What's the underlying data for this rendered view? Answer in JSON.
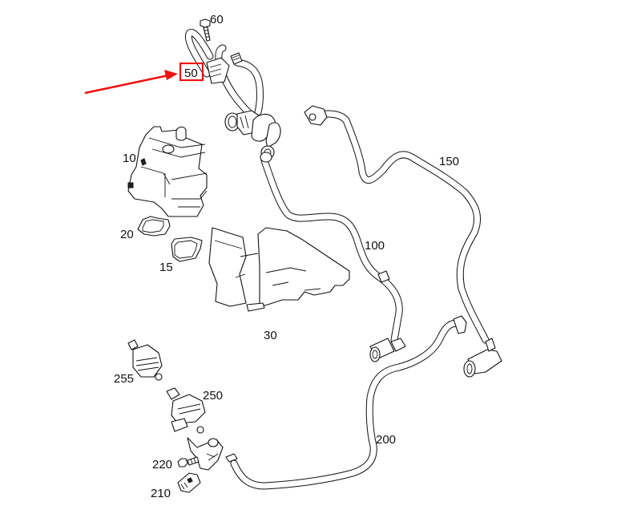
{
  "diagram": {
    "type": "exploded-parts-diagram",
    "highlight_color": "#ee1111",
    "line_color": "#111111",
    "background": "#ffffff",
    "highlighted_part": "50",
    "part_labels": {
      "p10": "10",
      "p15": "15",
      "p20": "20",
      "p30": "30",
      "p50": "50",
      "p60": "60",
      "p100": "100",
      "p150": "150",
      "p200": "200",
      "p210": "210",
      "p220": "220",
      "p250": "250",
      "p255": "255"
    }
  }
}
